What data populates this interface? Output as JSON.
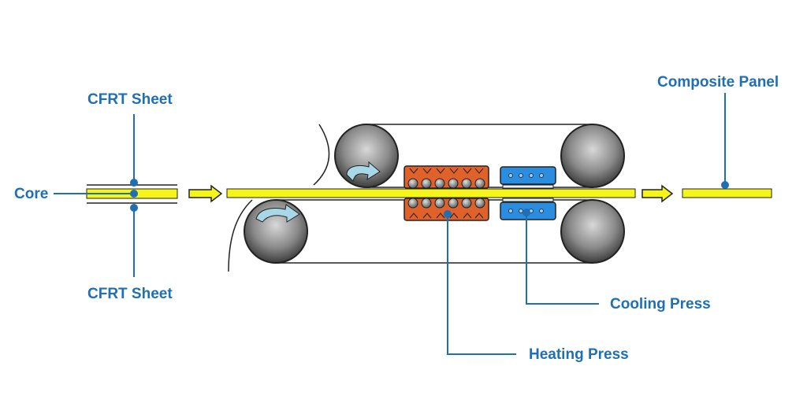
{
  "labels": {
    "cfrt_sheet_top": "CFRT Sheet",
    "core": "Core",
    "cfrt_sheet_bottom": "CFRT Sheet",
    "composite_panel": "Composite Panel",
    "cooling_press": "Cooling Press",
    "heating_press": "Heating Press"
  },
  "colors": {
    "label_text": "#1f6fb2",
    "leader_line": "#1f6fb2",
    "panel_yellow": "#f5f51a",
    "heating_press": "#e0612a",
    "cooling_press": "#2a8de0",
    "roller_dark": "#4a4a4a",
    "roller_light": "#c8c8c8",
    "arrow_fill": "#a8d8e8"
  }
}
